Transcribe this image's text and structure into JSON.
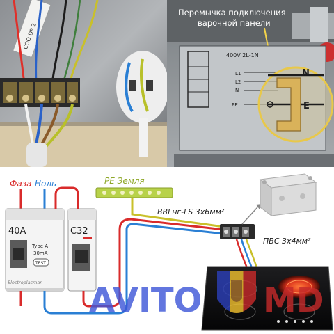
{
  "photo_right": {
    "caption_line1": "Перемычка подключения",
    "caption_line2": "варочной панели",
    "plate_header": "400V 2L-1N",
    "terminal_1": "L1",
    "terminal_2": "L2",
    "terminal_3": "N",
    "terminal_4": "PE",
    "bus_label_n": "N",
    "bus_label_e": "E"
  },
  "photo_left": {
    "sticker_text": "COO DP 2"
  },
  "diagram": {
    "label_phase": "Фаза",
    "label_neutral": "Ноль",
    "label_earth": "PE Земля",
    "breaker1_rating": "40A",
    "breaker1_type": "Type A",
    "breaker1_current": "30mA",
    "breaker1_test": "TEST",
    "breaker1_brand": "Electroplasman",
    "breaker2_rating": "C32",
    "cable_main": "ВВГнг-LS 3х6мм²",
    "cable_flex": "ПВС 3х4мм²"
  },
  "watermark": {
    "left": "AVITO",
    "right": "MD"
  },
  "colors": {
    "phase_wire": "#d92b2b",
    "neutral_wire": "#2a7fd4",
    "earth_bus": "#b8d24a",
    "watermark_blue": "#3d57d8",
    "watermark_red": "#c42a2a",
    "highlight_ring": "#e8c84a",
    "cooktop_glow": "#e43a1a"
  }
}
